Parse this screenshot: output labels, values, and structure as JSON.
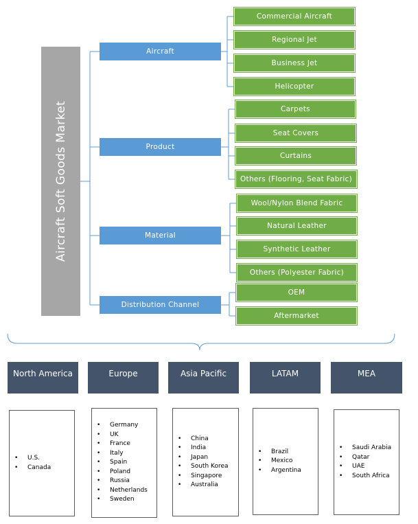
{
  "root_label": "Aircraft Soft Goods Market",
  "categories": [
    {
      "label": "Aircraft",
      "items": [
        "Commercial Aircraft",
        "Regional Jet",
        "Business Jet",
        "Helicopter"
      ]
    },
    {
      "label": "Product",
      "items": [
        "Carpets",
        "Seat Covers",
        "Curtains",
        "Others (Flooring, Seat Fabric)"
      ]
    },
    {
      "label": "Material",
      "items": [
        "Wool/Nylon Blend Fabric",
        "Natural Leather",
        "Synthetic Leather",
        "Others (Polyester Fabric)"
      ]
    },
    {
      "label": "Distribution Channel",
      "items": [
        "OEM",
        "Aftermarket"
      ]
    }
  ],
  "regions": [
    {
      "name": "North America",
      "countries": [
        "U.S.",
        "Canada"
      ]
    },
    {
      "name": "Europe",
      "countries": [
        "Germany",
        "UK",
        "France",
        "Italy",
        "Spain",
        "Poland",
        "Russia",
        "Netherlands",
        "Sweden"
      ]
    },
    {
      "name": "Asia Pacific",
      "countries": [
        "China",
        "India",
        "Japan",
        "South Korea",
        "Singapore",
        "Australia"
      ]
    },
    {
      "name": "LATAM",
      "countries": [
        "Brazil",
        "Mexico",
        "Argentina"
      ]
    },
    {
      "name": "MEA",
      "countries": [
        "Saudi Arabia",
        "Qatar",
        "UAE",
        "South Africa"
      ]
    }
  ],
  "colors": {
    "root": "#a6a6a6",
    "category": "#5b9bd5",
    "leaf": "#70ad47",
    "region": "#44546a",
    "connector": "#5b9bd5"
  }
}
